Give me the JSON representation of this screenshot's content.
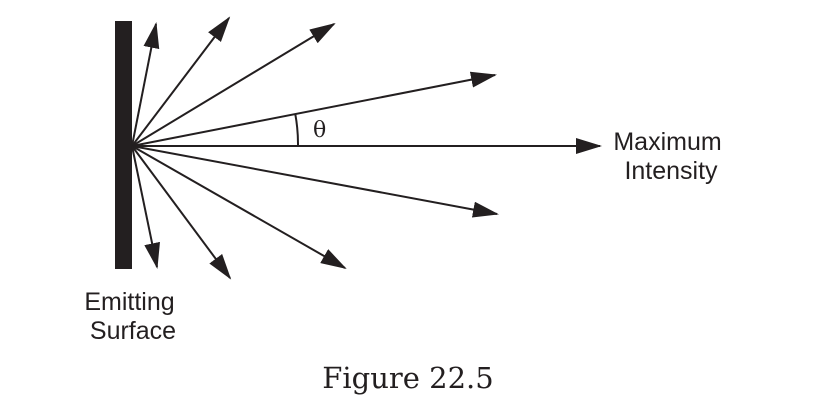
{
  "diagram": {
    "angle_symbol": "θ",
    "max_intensity_label": [
      "Maximum",
      "Intensity"
    ],
    "surface_label": [
      "Emitting",
      "Surface"
    ],
    "caption": "Figure 22.5",
    "colors": {
      "ink": "#231f20",
      "background": "#ffffff"
    }
  }
}
